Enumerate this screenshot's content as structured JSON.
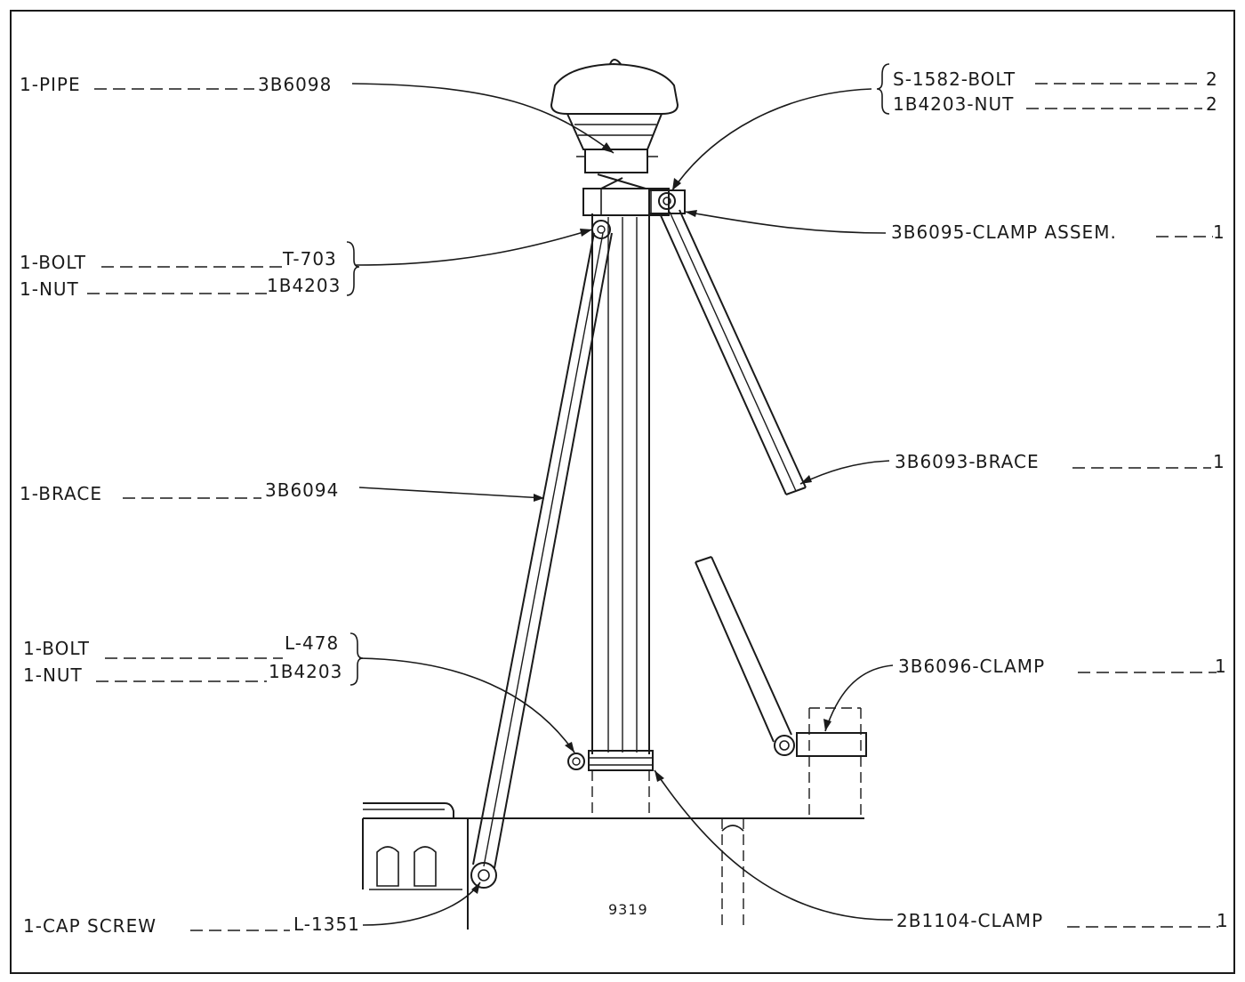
{
  "drawing_number": "9319",
  "labels": {
    "pipe": {
      "part": "1-PIPE",
      "number": "3B6098"
    },
    "bolt_top_right": {
      "part": "S-1582-BOLT",
      "qty": "2"
    },
    "nut_top_right": {
      "part": "1B4203-NUT",
      "qty": "2"
    },
    "clamp_assem": {
      "part": "3B6095-CLAMP ASSEM.",
      "qty": "1"
    },
    "bolt_upper_left": {
      "part": "1-BOLT",
      "number": "T-703"
    },
    "nut_upper_left": {
      "part": "1-NUT",
      "number": "1B4203"
    },
    "brace_right": {
      "part": "3B6093-BRACE",
      "qty": "1"
    },
    "brace_left": {
      "part": "1-BRACE",
      "number": "3B6094"
    },
    "bolt_lower_left": {
      "part": "1-BOLT",
      "number": "L-478"
    },
    "nut_lower_left": {
      "part": "1-NUT",
      "number": "1B4203"
    },
    "clamp_right": {
      "part": "3B6096-CLAMP",
      "qty": "1"
    },
    "cap_screw": {
      "part": "1-CAP SCREW",
      "number": "L-1351"
    },
    "clamp_bottom": {
      "part": "2B1104-CLAMP",
      "qty": "1"
    }
  }
}
